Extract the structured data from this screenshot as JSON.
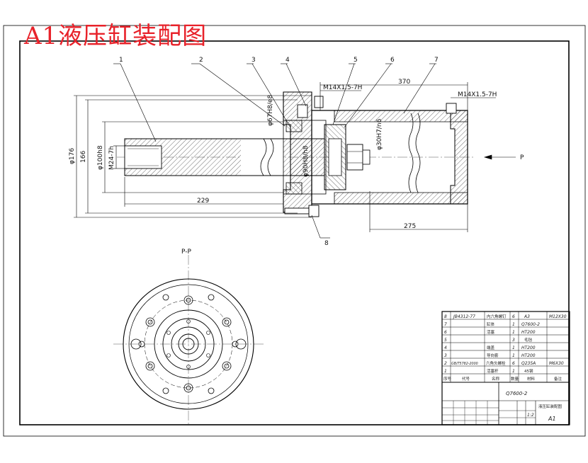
{
  "title": "A1液压缸装配图",
  "callouts": [
    "1",
    "2",
    "3",
    "4",
    "5",
    "6",
    "7",
    "8"
  ],
  "dimensions": {
    "d176": "φ176",
    "d166": "166",
    "d100": "φ100h8",
    "m24": "M24-7h",
    "d67": "φ67H8/e8",
    "d90": "φ90H8/h8",
    "d30": "φ30H7/n6",
    "l229": "229",
    "l370": "370",
    "l275": "275",
    "port1": "M14X1.5-7H",
    "port2": "M14X1.5-7H",
    "arrow_p": "P"
  },
  "section_label": "P-P",
  "title_block": {
    "rows": [
      {
        "no": "8",
        "code": "JB4312-77",
        "name": "内六角螺钉",
        "qty": "6",
        "material": "A3",
        "note": "M12X30"
      },
      {
        "no": "7",
        "code": "",
        "name": "缸体",
        "qty": "1",
        "material": "Q7600-2",
        "note": ""
      },
      {
        "no": "6",
        "code": "",
        "name": "活塞",
        "qty": "1",
        "material": "HT200",
        "note": ""
      },
      {
        "no": "5",
        "code": "",
        "name": "",
        "qty": "3",
        "material": "毛毡",
        "note": ""
      },
      {
        "no": "4",
        "code": "",
        "name": "端盖",
        "qty": "1",
        "material": "HT200",
        "note": ""
      },
      {
        "no": "3",
        "code": "",
        "name": "导向套",
        "qty": "1",
        "material": "HT200",
        "note": ""
      },
      {
        "no": "2",
        "code": "GB/T5782-2000",
        "name": "六角头螺栓",
        "qty": "6",
        "material": "Q235A",
        "note": "M6X30"
      },
      {
        "no": "1",
        "code": "",
        "name": "活塞杆",
        "qty": "1",
        "material": "45钢",
        "note": ""
      }
    ],
    "header": {
      "no": "序号",
      "code": "代号",
      "name": "名称",
      "qty": "数量",
      "material": "材料",
      "note": "备注"
    },
    "drawing_no": "Q7600-2",
    "drawing_name": "液压缸装配图",
    "sheet_size": "A1",
    "scale": "1:2"
  }
}
